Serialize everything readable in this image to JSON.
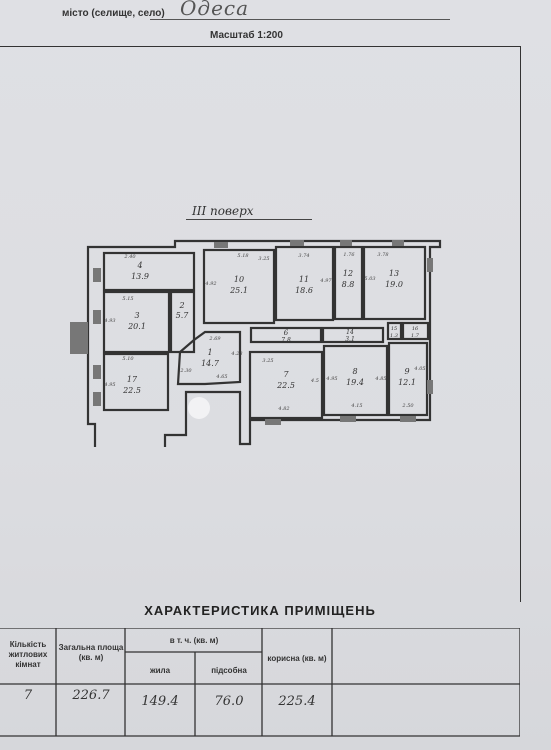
{
  "header": {
    "settlement_label": "місто (селище, село)",
    "settlement_value": "Одеса",
    "scale": "Масштаб 1:200"
  },
  "plan": {
    "floor_title": "III поверх",
    "rooms": [
      {
        "n": "4",
        "area": "13.9"
      },
      {
        "n": "3",
        "area": "20.1"
      },
      {
        "n": "2",
        "area": "5.7"
      },
      {
        "n": "17",
        "area": "22.5"
      },
      {
        "n": "1",
        "area": "14.7"
      },
      {
        "n": "10",
        "area": "25.1"
      },
      {
        "n": "11",
        "area": "18.6"
      },
      {
        "n": "12",
        "area": "8.8"
      },
      {
        "n": "13",
        "area": "19.0"
      },
      {
        "n": "6",
        "area": "7.8"
      },
      {
        "n": "7",
        "area": "22.5"
      },
      {
        "n": "8",
        "area": "19.4"
      },
      {
        "n": "9",
        "area": "12.1"
      },
      {
        "n": "14",
        "area": "3.1"
      },
      {
        "n": "15",
        "area": "1.3"
      },
      {
        "n": "16",
        "area": "1.7"
      }
    ],
    "dims": [
      "2.40",
      "5.15",
      "5.10",
      "4.92",
      "4.93",
      "4.95",
      "2.69",
      "5.18",
      "3.25",
      "3.74",
      "1.76",
      "3.78",
      "4.97",
      "5.03",
      "2.30",
      "4.65",
      "3.25",
      "4.5",
      "4.82",
      "4.85",
      "4.05",
      "4.95",
      "4.15",
      "2.50",
      "4.23"
    ]
  },
  "table": {
    "title": "ХАРАКТЕРИСТИКА ПРИМІЩЕНЬ",
    "col_rooms": "Кількість житлових кімнат",
    "col_total": "Загальна площа (кв. м)",
    "col_incl": "в т. ч. (кв. м)",
    "col_living": "жила",
    "col_aux": "підсобна",
    "col_useful": "корисна (кв. м)",
    "val_rooms": "7",
    "val_total": "226.7",
    "val_living": "149.4",
    "val_aux": "76.0",
    "val_useful": "225.4"
  }
}
